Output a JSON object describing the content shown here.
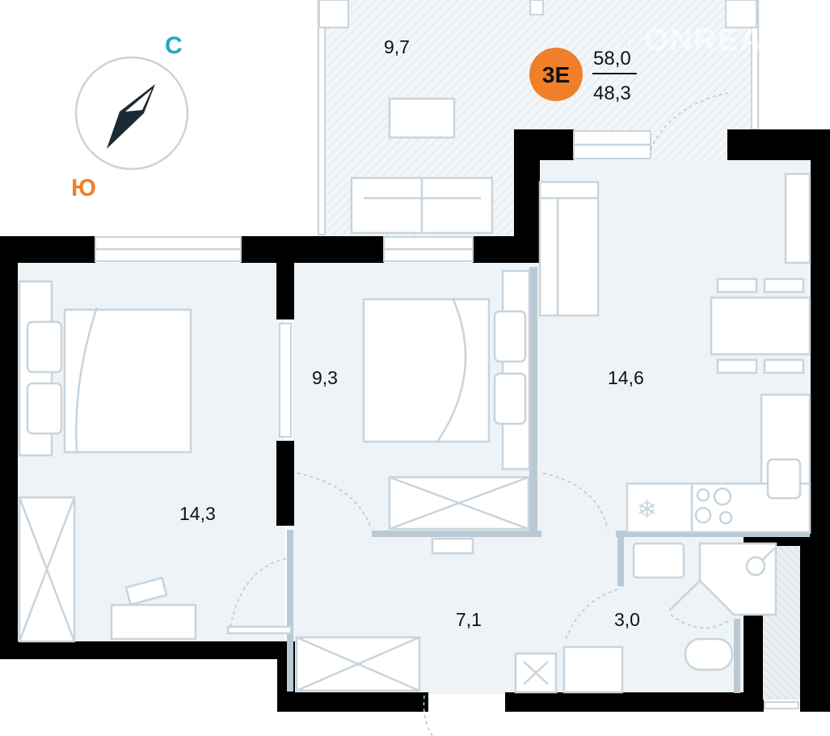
{
  "plan": {
    "compass": {
      "north_label": "С",
      "south_label": "Ю",
      "north_color": "#1fa8c9",
      "south_color": "#f07f2a"
    },
    "badge": {
      "label": "3E",
      "color": "#f07f2a",
      "total_area": "58,0",
      "living_area": "48,3"
    },
    "watermark": "ONREALT",
    "rooms": [
      {
        "name": "balcony",
        "area": "9,7"
      },
      {
        "name": "bedroom-left",
        "area": "14,3"
      },
      {
        "name": "bedroom-middle",
        "area": "9,3"
      },
      {
        "name": "kitchen-living",
        "area": "14,6"
      },
      {
        "name": "hallway",
        "area": "7,1"
      },
      {
        "name": "bathroom",
        "area": "3,0"
      }
    ]
  }
}
